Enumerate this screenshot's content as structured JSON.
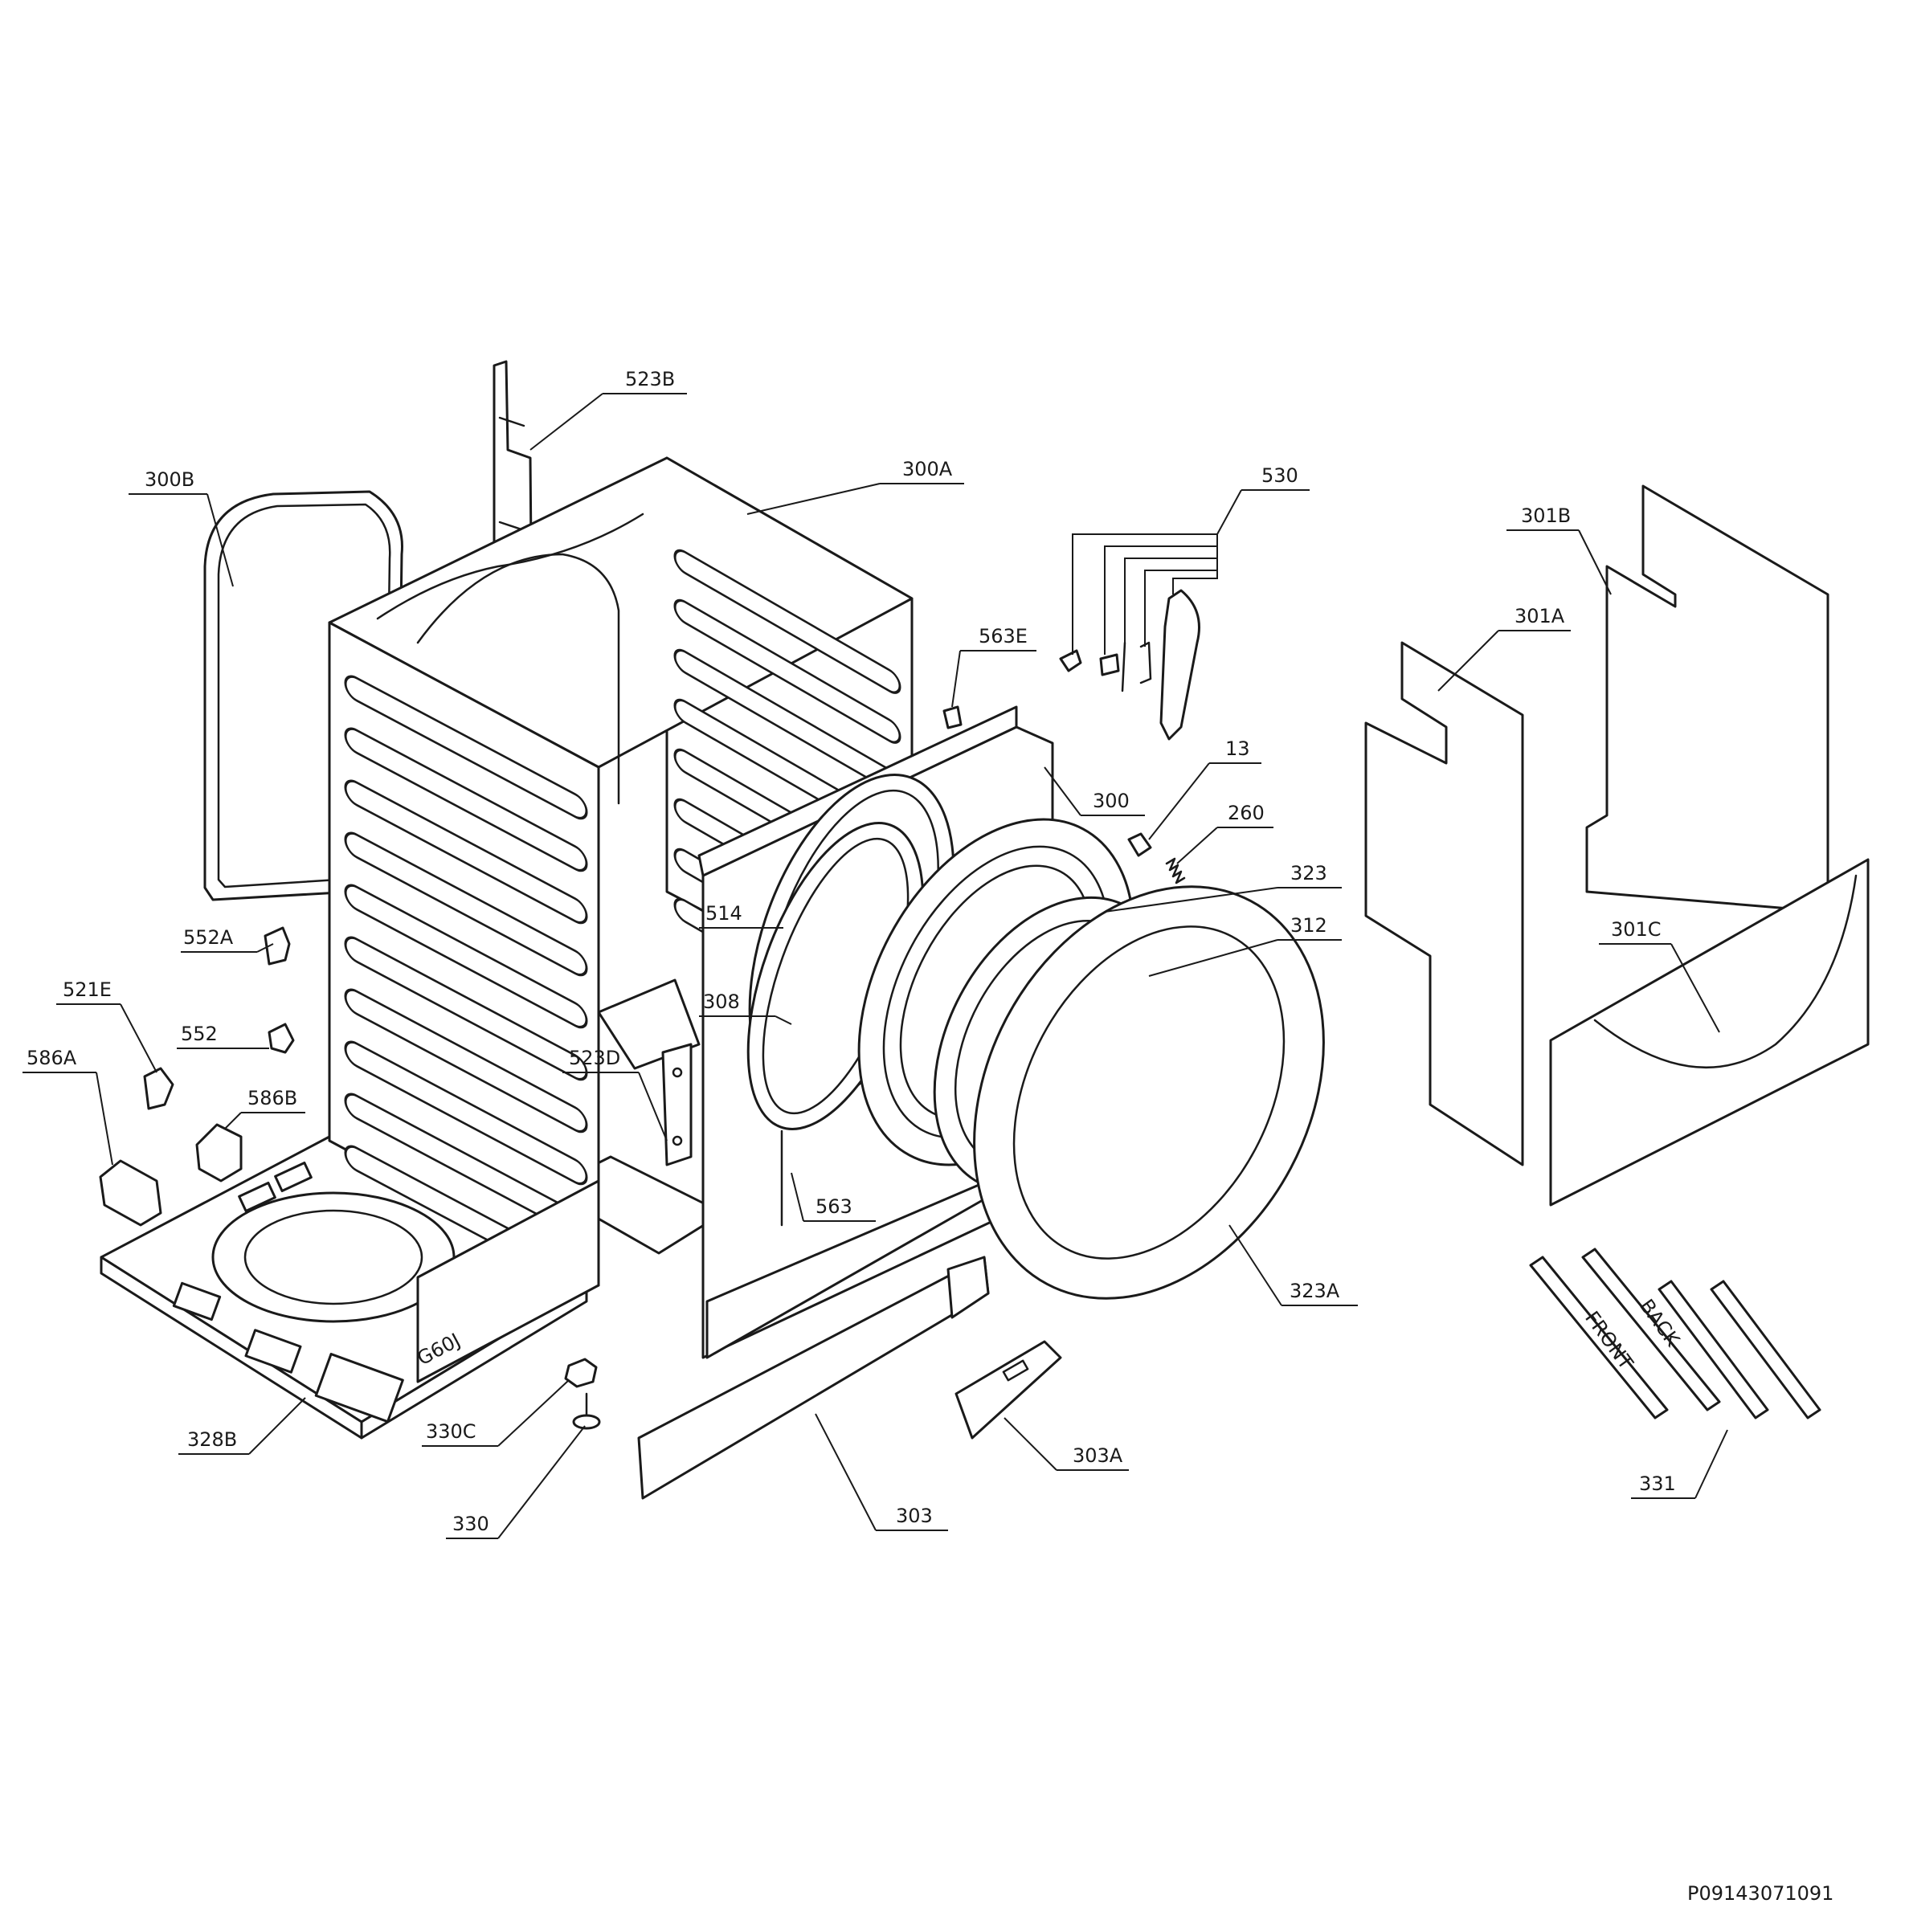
{
  "callouts": [
    {
      "id": "523B",
      "label": "523B"
    },
    {
      "id": "300A",
      "label": "300A"
    },
    {
      "id": "300B",
      "label": "300B"
    },
    {
      "id": "530",
      "label": "530"
    },
    {
      "id": "563E",
      "label": "563E"
    },
    {
      "id": "301B",
      "label": "301B"
    },
    {
      "id": "301A",
      "label": "301A"
    },
    {
      "id": "13",
      "label": "13"
    },
    {
      "id": "260",
      "label": "260"
    },
    {
      "id": "300",
      "label": "300"
    },
    {
      "id": "323",
      "label": "323"
    },
    {
      "id": "312",
      "label": "312"
    },
    {
      "id": "514",
      "label": "514"
    },
    {
      "id": "552A",
      "label": "552A"
    },
    {
      "id": "521E",
      "label": "521E"
    },
    {
      "id": "552",
      "label": "552"
    },
    {
      "id": "308",
      "label": "308"
    },
    {
      "id": "301C",
      "label": "301C"
    },
    {
      "id": "586A",
      "label": "586A"
    },
    {
      "id": "586B",
      "label": "586B"
    },
    {
      "id": "523D",
      "label": "523D"
    },
    {
      "id": "563",
      "label": "563"
    },
    {
      "id": "323A",
      "label": "323A"
    },
    {
      "id": "330C",
      "label": "330C"
    },
    {
      "id": "328B",
      "label": "328B"
    },
    {
      "id": "303A",
      "label": "303A"
    },
    {
      "id": "331",
      "label": "331"
    },
    {
      "id": "303",
      "label": "303"
    },
    {
      "id": "330",
      "label": "330"
    }
  ],
  "cabinet_stamp": "G60J",
  "rail_labels": {
    "front": "FRONT",
    "back": "BACK"
  },
  "diagram_code": "P09143071091"
}
